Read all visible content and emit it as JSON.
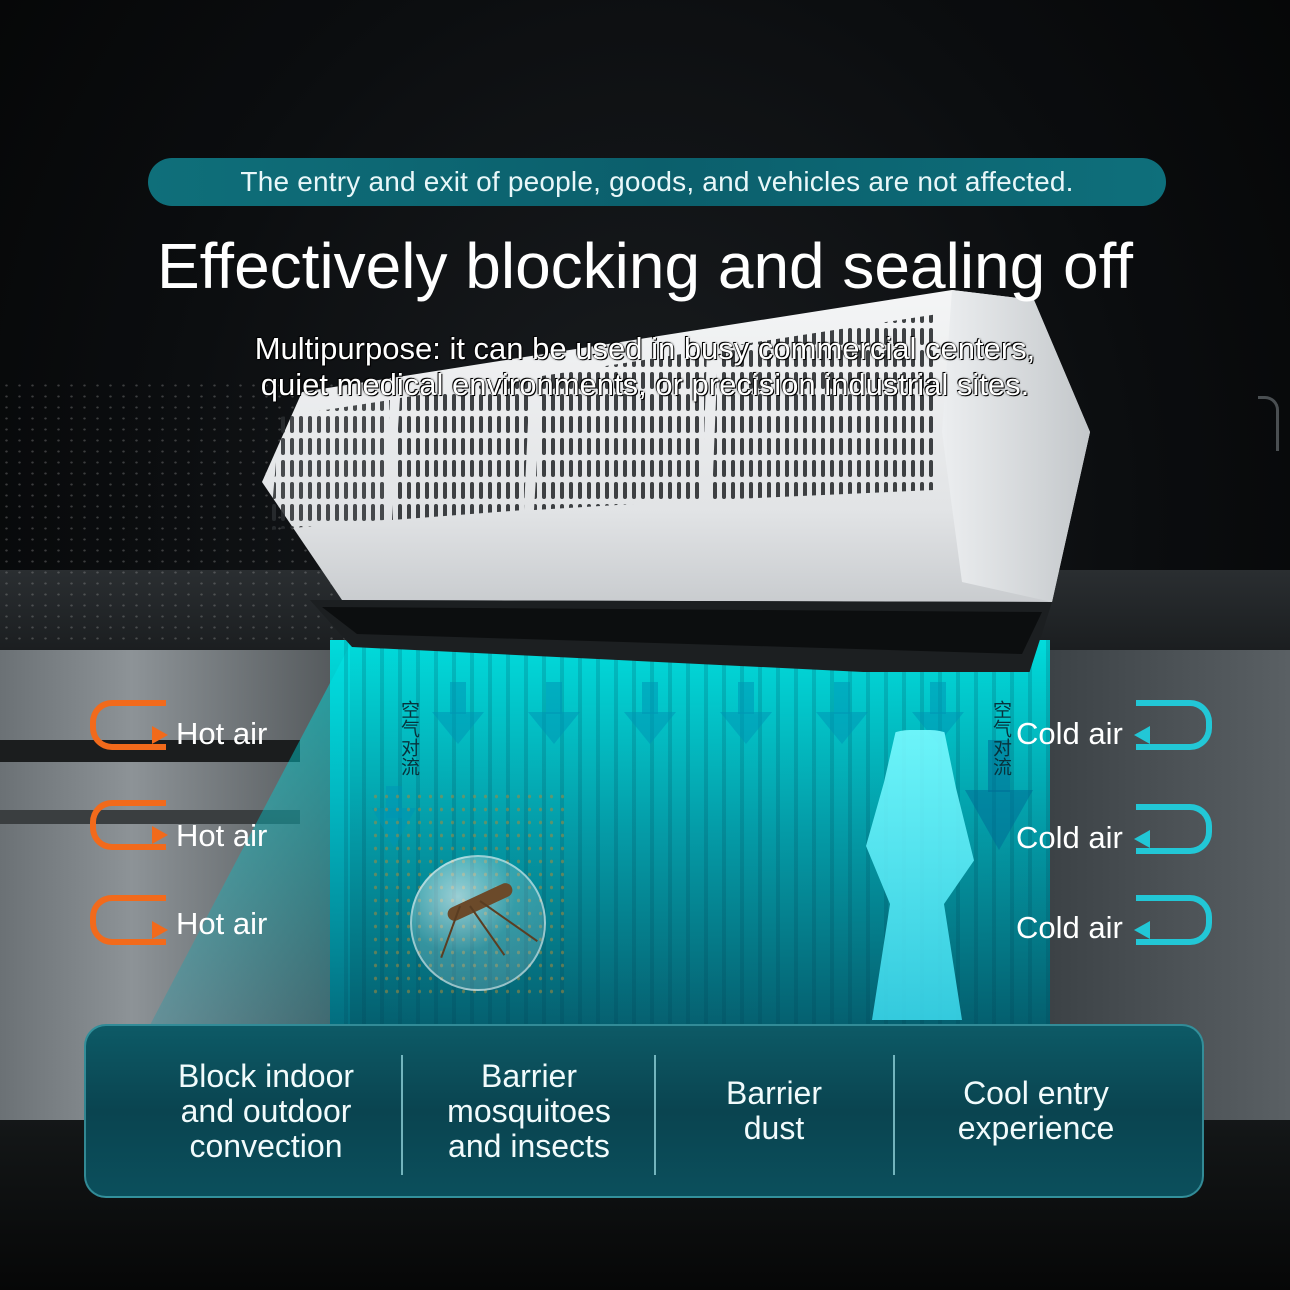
{
  "banner": {
    "text": "The entry and exit of people, goods, and vehicles are not affected."
  },
  "headline": "Effectively blocking and sealing off",
  "subheadline": {
    "line1": "Multipurpose: it can be used in busy commercial centers,",
    "line2": "quiet medical environments, or precision industrial sites."
  },
  "vertical_labels": {
    "left": "空气对流",
    "right": "空气对流"
  },
  "air_labels": {
    "hot": [
      "Hot air",
      "Hot air",
      "Hot air"
    ],
    "cold": [
      "Cold air",
      "Cold air",
      "Cold air"
    ]
  },
  "features": [
    {
      "line1": "Block indoor",
      "line2": "and outdoor",
      "line3": "convection"
    },
    {
      "line1": "Barrier",
      "line2": "mosquitoes",
      "line3": "and insects"
    },
    {
      "line1": "Barrier",
      "line2": "dust"
    },
    {
      "line1": "Cool entry",
      "line2": "experience"
    }
  ],
  "colors": {
    "hot_arrow": "#f26a1b",
    "cold_arrow": "#22c7d6",
    "curtain": "#00e0e0",
    "panel": "#0a4450",
    "banner": "#0f6f7a"
  },
  "icons": {
    "hot_flow": "orange-u-turn-arrow-icon",
    "cold_flow": "cyan-u-turn-arrow-icon",
    "air_down": "down-arrow-icon"
  }
}
